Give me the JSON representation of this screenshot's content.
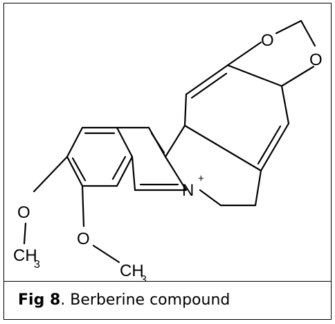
{
  "figure": {
    "caption_label": "Fig 8",
    "caption_text": ". Berberine compound"
  },
  "atoms": {
    "o_dioxole_top": "O",
    "o_dioxole_right": "O",
    "o_methoxy_left": "O",
    "o_methoxy_bottom": "O",
    "n_label": "N",
    "n_charge": "+",
    "ch3_left_c": "CH",
    "ch3_left_sub": "3",
    "ch3_bottom_c": "CH",
    "ch3_bottom_sub": "3"
  }
}
